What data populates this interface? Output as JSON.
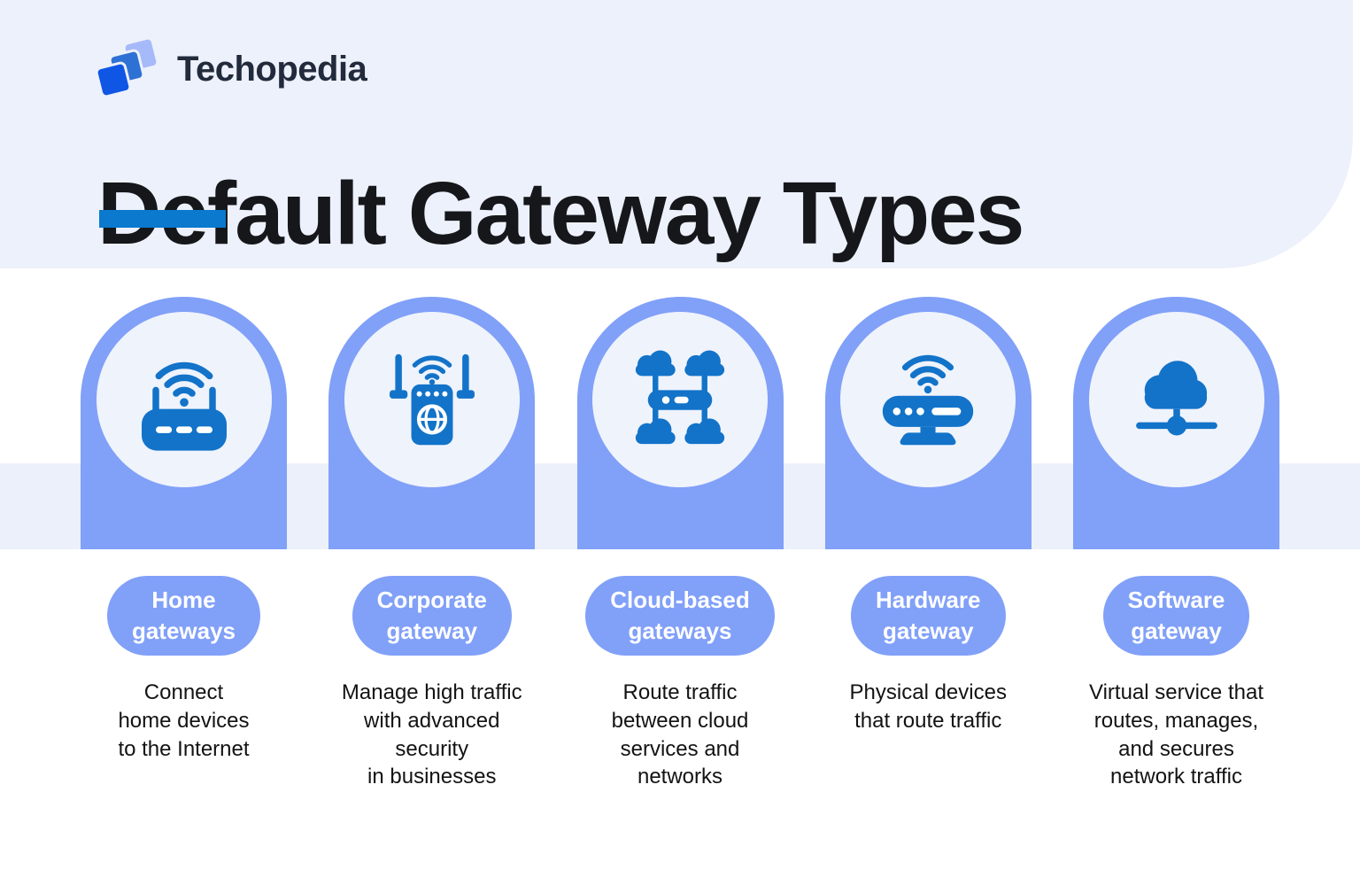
{
  "brand": {
    "name": "Techopedia",
    "logo_icon": "techopedia-logo-icon",
    "logo_colors": {
      "dark": "#0F56E5",
      "mid": "#2E71D4",
      "light": "#A6BAF9"
    }
  },
  "header": {
    "title": "Default Gateway Types"
  },
  "colors": {
    "header_background": "#EDF1FB",
    "band_background": "#EBF0FA",
    "arch_and_pill": "#81A0F8",
    "icon_circle": "#EFF3FC",
    "icon_blue": "#1273C9",
    "accent_underline": "#0B79CE",
    "title_text": "#16171B",
    "description_text": "#131313",
    "pill_text": "#FFFFFF"
  },
  "columns": [
    {
      "icon": "home-router-wifi-icon",
      "label": "Home\ngateways",
      "description": "Connect\nhome devices\nto the Internet"
    },
    {
      "icon": "corporate-router-globe-icon",
      "label": "Corporate\ngateway",
      "description": "Manage high traffic\nwith advanced\nsecurity\nin businesses"
    },
    {
      "icon": "cloud-network-icon",
      "label": "Cloud-based\ngateways",
      "description": "Route traffic\nbetween cloud\nservices and\nnetworks"
    },
    {
      "icon": "hardware-router-stand-icon",
      "label": "Hardware\ngateway",
      "description": "Physical devices\nthat route traffic"
    },
    {
      "icon": "cloud-connection-icon",
      "label": "Software\ngateway",
      "description": "Virtual service that\nroutes, manages,\nand secures\nnetwork traffic"
    }
  ]
}
